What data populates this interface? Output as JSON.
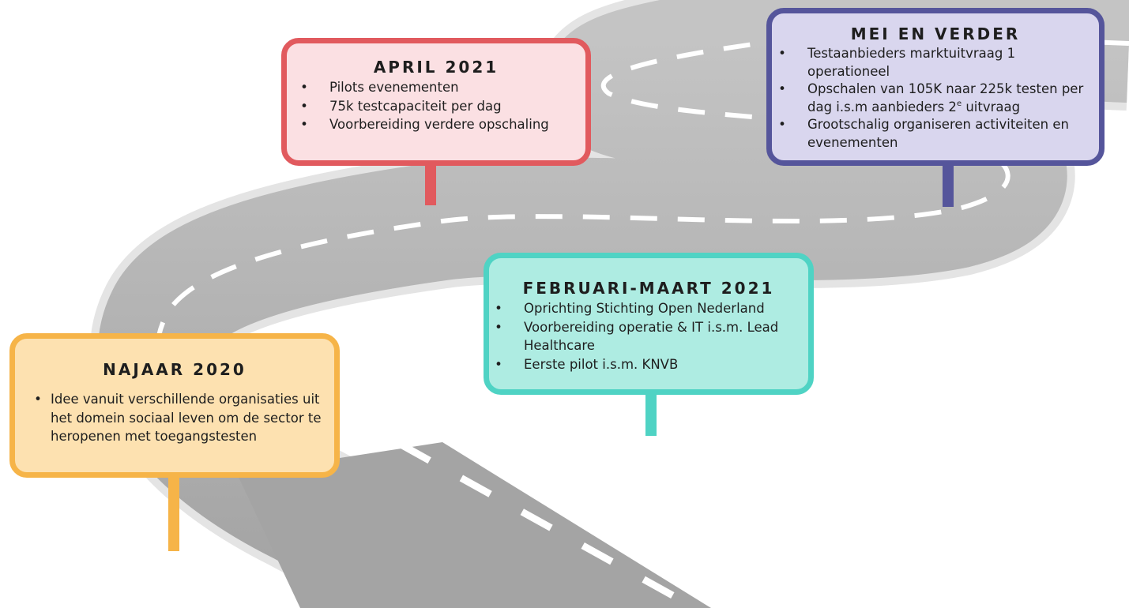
{
  "colors": {
    "road": "#a9a9a9",
    "road_edge": "#e3e3e3",
    "lane_marking": "#ffffff",
    "april": {
      "border": "#e15a5e",
      "fill": "#fbe0e3"
    },
    "mei": {
      "border": "#55559b",
      "fill": "#d9d6ee"
    },
    "feb": {
      "border": "#4fd3c4",
      "fill": "#aeece2"
    },
    "najaar": {
      "border": "#f6b448",
      "fill": "#fde1b0"
    }
  },
  "milestones": {
    "april": {
      "title": "APRIL 2021",
      "items": [
        "Pilots evenementen",
        "75k testcapaciteit per dag",
        "Voorbereiding verdere opschaling"
      ]
    },
    "mei": {
      "title": "MEI EN VERDER",
      "items": [
        "Testaanbieders marktuitvraag 1 operationeel",
        "Opschalen van 105K naar 225k testen per dag i.s.m aanbieders 2",
        "e",
        " uitvraag",
        "Grootschalig organiseren activiteiten en evenementen"
      ]
    },
    "feb": {
      "title": "FEBRUARI-MAART 2021",
      "items": [
        "Oprichting Stichting Open Nederland",
        "Voorbereiding operatie & IT i.s.m. Lead Healthcare",
        "Eerste pilot i.s.m. KNVB"
      ]
    },
    "najaar": {
      "title": "NAJAAR 2020",
      "items": [
        "Idee vanuit verschillende organisaties uit het domein sociaal leven om de sector te heropenen met toegangstesten"
      ]
    }
  }
}
